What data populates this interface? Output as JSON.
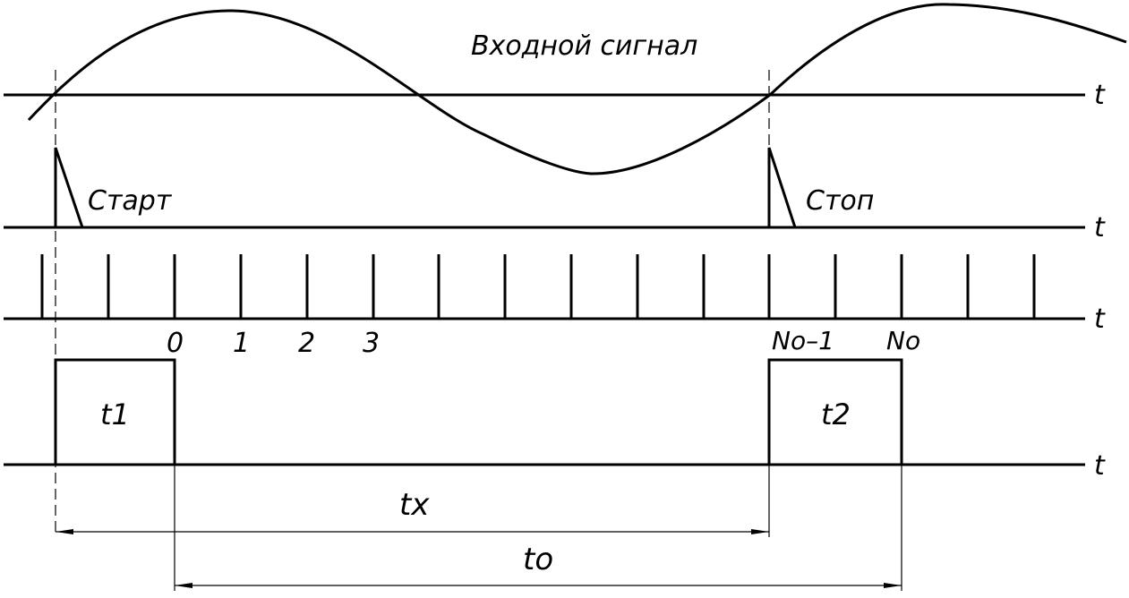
{
  "diagram": {
    "title": "Входной сигнал",
    "time_axis_label": "t",
    "start_label": "Старт",
    "stop_label": "Стоп",
    "pulse_labels": {
      "p0": "0",
      "p1": "1",
      "p2": "2",
      "p3": "3",
      "pn1": "No–1",
      "pn": "No"
    },
    "gate_labels": {
      "t1": "t1",
      "t2": "t2"
    },
    "dimensions": {
      "tx": "tx",
      "to": "to"
    }
  }
}
